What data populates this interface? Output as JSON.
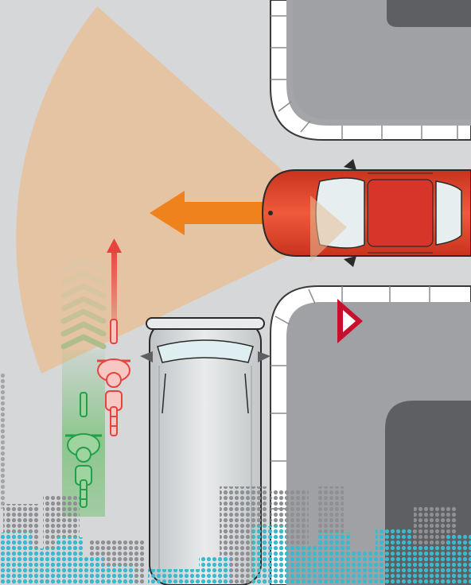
{
  "scene": {
    "type": "traffic-illustration",
    "elements": {
      "car": {
        "color": "#e2452f",
        "heading": "left"
      },
      "sensor_cone": {
        "color": "#e8bf98"
      },
      "motion_arrow": {
        "color": "#f0821e",
        "direction": "left"
      },
      "cyclist_detected": {
        "color": "#e8423c",
        "direction": "up"
      },
      "cyclist_path": {
        "color": "#7fc37f"
      },
      "van": {
        "color": "#d9dcdd",
        "state": "parked"
      },
      "warning_sign": {
        "shape": "triangle",
        "color": "#c8102e"
      }
    },
    "colors": {
      "road": "#d6d7d9",
      "sidewalk": "#ffffff",
      "building": "#9fa1a4",
      "building_dark": "#5d5f62",
      "water_dots": "#3bb9cf",
      "foliage_dots": "#8e9094"
    }
  }
}
